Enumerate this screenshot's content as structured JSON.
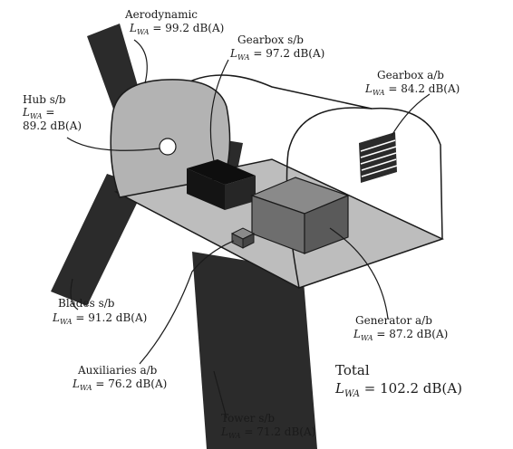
{
  "labels": {
    "aerodynamic": {
      "name": "Aerodynamic",
      "value": "= 99.2 dB(A)"
    },
    "gearbox_sb": {
      "name": "Gearbox s/b",
      "value": "= 97.2 dB(A)"
    },
    "gearbox_ab": {
      "name": "Gearbox a/b",
      "value": "= 84.2 dB(A)"
    },
    "hub_sb": {
      "name": "Hub s/b",
      "value": "=",
      "value2": "89.2 dB(A)"
    },
    "blades_sb": {
      "name": "Blades s/b",
      "value": "= 91.2 dB(A)"
    },
    "generator_ab": {
      "name": "Generator a/b",
      "value": "= 87.2 dB(A)"
    },
    "auxiliaries_ab": {
      "name": "Auxiliaries a/b",
      "value": "= 76.2 dB(A)"
    },
    "tower_sb": {
      "name": "Tower s/b",
      "value": "= 71.2 dB(A)"
    },
    "total": {
      "name": "Total",
      "value": "= 102.2 dB(A)"
    }
  },
  "symbol": {
    "main": "L",
    "sub": "WA"
  },
  "colors": {
    "dark": "#2b2b2b",
    "hub_gray": "#b3b3b3",
    "floor_gray": "#bdbdbd",
    "generator_gray": "#6e6e6e",
    "gearbox_black": "#141414",
    "line": "#1a1a1a"
  }
}
